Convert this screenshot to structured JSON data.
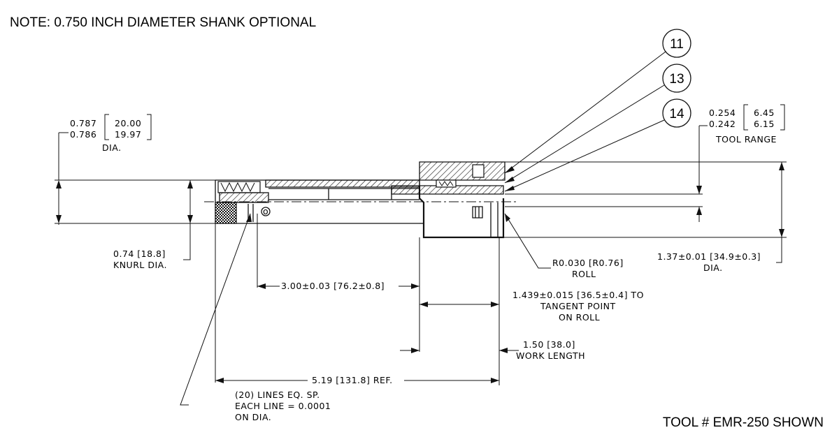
{
  "note": "NOTE: 0.750 INCH DIAMETER SHANK OPTIONAL",
  "tool_shown": "TOOL # EMR-250 SHOWN",
  "balloons": [
    "11",
    "13",
    "14"
  ],
  "dims": {
    "shank_dia": {
      "top_in": "0.787",
      "bottom_in": "0.786",
      "top_mm": "20.00",
      "bottom_mm": "19.97",
      "suffix": "DIA."
    },
    "tool_range": {
      "top_in": "0.254",
      "bottom_in": "0.242",
      "top_mm": "6.45",
      "bottom_mm": "6.15",
      "suffix": "TOOL RANGE"
    },
    "knurl": {
      "line1": "0.74 [18.8]",
      "line2": "KNURL DIA."
    },
    "roll_radius": {
      "line1": "R0.030 [R0.76]",
      "line2": "ROLL"
    },
    "body_dia": {
      "line1": "1.37±0.01 [34.9±0.3]",
      "line2": "DIA."
    },
    "len_300": "3.00±0.03 [76.2±0.8]",
    "tangent": {
      "line1": "1.439±0.015 [36.5±0.4] TO",
      "line2": "TANGENT POINT",
      "line3": "ON ROLL"
    },
    "work_length": {
      "line1": "1.50 [38.0]",
      "line2": "WORK LENGTH"
    },
    "ref_length": "5.19 [131.8] REF.",
    "lines_note": {
      "line1": "(20) LINES EQ. SP.",
      "line2": "EACH LINE = 0.0001",
      "line3": "ON DIA."
    }
  }
}
